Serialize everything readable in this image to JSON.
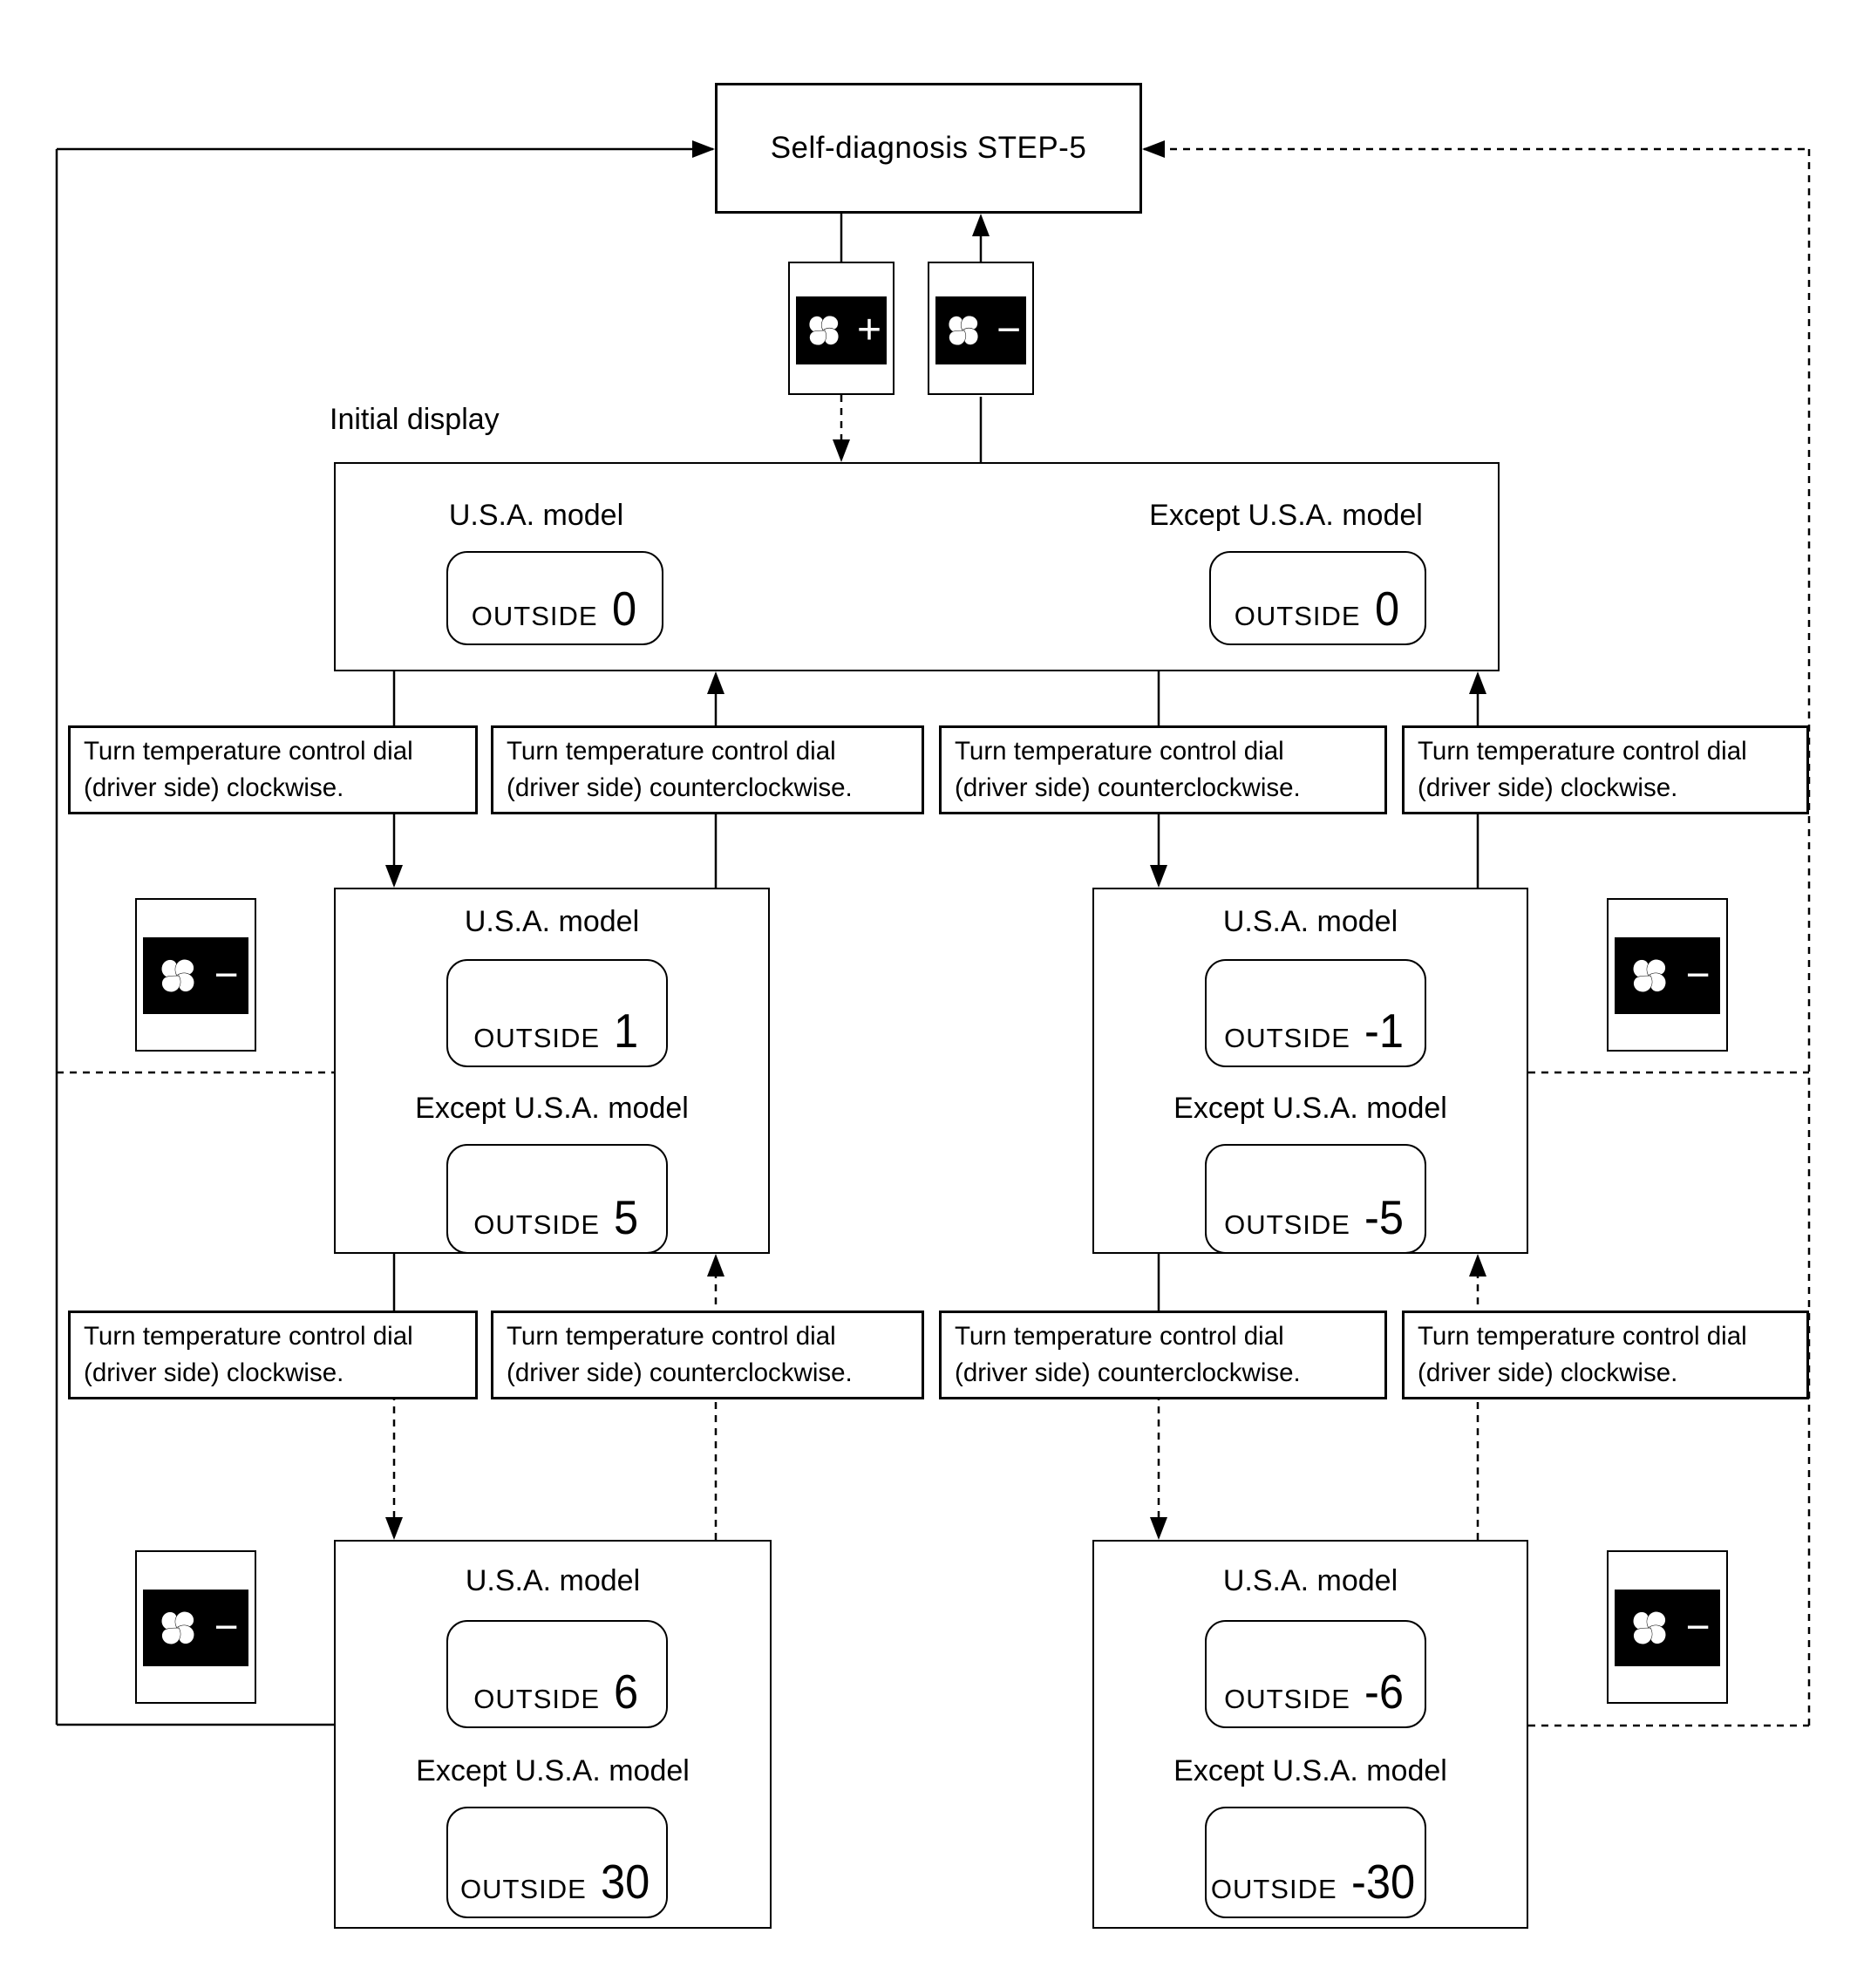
{
  "title": "Self-diagnosis STEP-5",
  "initial_display_label": "Initial display",
  "labels": {
    "usa_model": "U.S.A. model",
    "except_usa_model": "Except U.S.A. model",
    "outside": "OUTSIDE"
  },
  "instructions": {
    "clockwise": {
      "line1": "Turn temperature control dial",
      "line2": "(driver side) clockwise."
    },
    "counterclockwise": {
      "line1": "Turn temperature control dial",
      "line2": "(driver side) counterclockwise."
    }
  },
  "displays": {
    "initial": {
      "usa": "0",
      "except_usa": "0"
    },
    "middle_left": {
      "usa": "1",
      "except_usa": "5"
    },
    "middle_right": {
      "usa": "-1",
      "except_usa": "-5"
    },
    "bottom_left": {
      "usa": "6",
      "except_usa": "30"
    },
    "bottom_right": {
      "usa": "-6",
      "except_usa": "-30"
    }
  },
  "fan_buttons": {
    "increase": "+",
    "decrease": "−"
  },
  "colors": {
    "ink": "#000000",
    "paper": "#ffffff",
    "button_bg": "#000000",
    "button_glyph": "#ffffff"
  }
}
